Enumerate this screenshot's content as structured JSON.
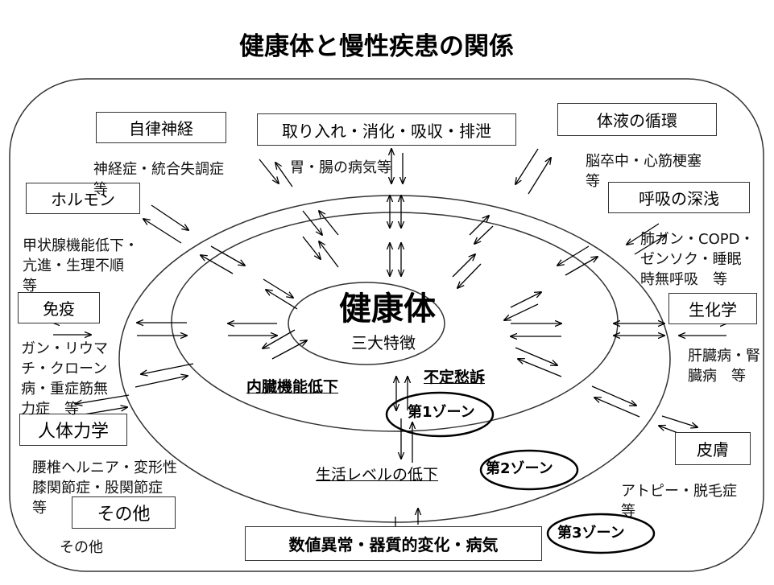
{
  "title": "健康体と慢性疾患の関係",
  "center": {
    "label": "健康体",
    "sub": "三大特徴"
  },
  "inner_labels": {
    "organ": "内臓機能低下",
    "malaise": "不定愁訴",
    "life": "生活レベルの低下"
  },
  "zones": {
    "zone1": "第1ゾーン",
    "zone2": "第2ゾーン",
    "zone3": "第3ゾーン"
  },
  "boxes": {
    "autonomic": "自律神経",
    "digestion": "取り入れ・消化・吸収・排泄",
    "circulation": "体液の循環",
    "hormone": "ホルモン",
    "respiration": "呼吸の深浅",
    "immunity": "免疫",
    "biochem": "生化学",
    "mechanics": "人体力学",
    "skin": "皮膚",
    "other": "その他",
    "bottom": "数値異常・器質的変化・病気"
  },
  "notes": {
    "autonomic": "神経症・統合失調症\n等",
    "digestion": "胃・腸の病気等",
    "circulation": "脳卒中・心筋梗塞\n等",
    "hormone": "甲状腺機能低下・\n亢進・生理不順\n等",
    "respiration": "肺ガン・COPD・\nゼンソク・睡眠\n時無呼吸　等",
    "immunity": "ガン・リウマ\nチ・クローン\n病・重症筋無\n力症　等",
    "biochem": "肝臓病・腎\n臓病　等",
    "mechanics": "腰椎ヘルニア・変形性\n膝関節症・股関節症\n等",
    "skin": "アトピー・脱毛症\n等",
    "other": "その他"
  }
}
